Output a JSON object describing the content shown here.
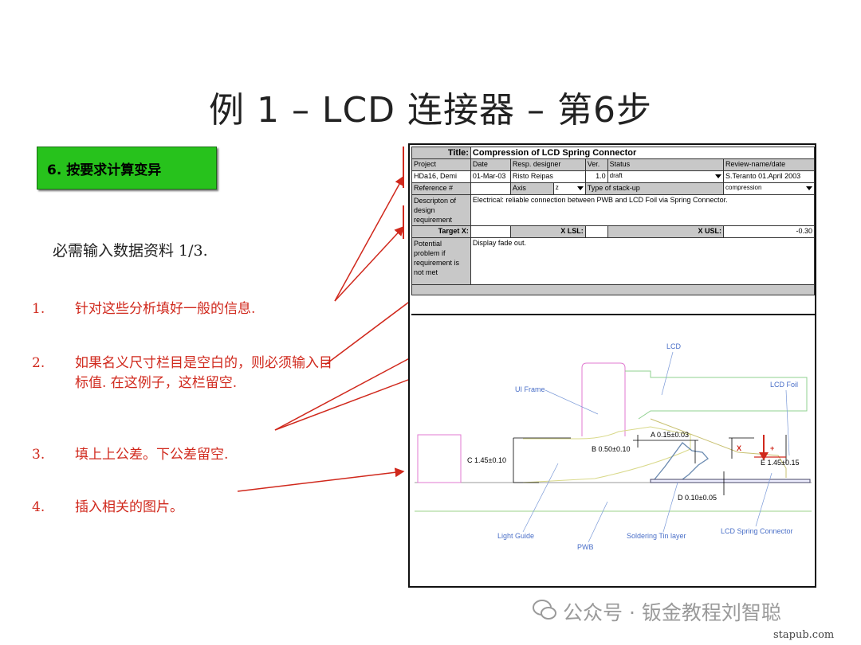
{
  "slide": {
    "title": "例 1 – LCD 连接器 – 第6步",
    "step_label": "6. 按要求计算变异",
    "required_input": "必需输入数据资料 1/3.",
    "items": [
      {
        "num": "1.",
        "text": "针对这些分析填好一般的信息."
      },
      {
        "num": "2.",
        "text": "如果名义尺寸栏目是空白的，则必须输入目标值. 在这例子，这栏留空."
      },
      {
        "num": "3.",
        "text": "填上上公差。下公差留空."
      },
      {
        "num": "4.",
        "text": "插入相关的图片。"
      }
    ]
  },
  "form": {
    "title_label": "Title:",
    "title_value": "Compression of LCD Spring Connector",
    "headers": {
      "project": "Project",
      "date": "Date",
      "designer": "Resp. designer",
      "ver": "Ver.",
      "status": "Status",
      "review": "Review-name/date"
    },
    "values": {
      "project": "HDa16, Demi",
      "date": "01-Mar-03",
      "designer": "Risto Reipas",
      "ver": "1.0",
      "status": "draft",
      "review": "S.Teranto 01.April 2003"
    },
    "reference_label": "Reference #",
    "axis_label": "Axis",
    "axis_value": "z",
    "stackup_label": "Type of stack-up",
    "stackup_value": "compression",
    "description_label": "Descripton of design requirement",
    "description_value": "Electrical: reliable connection between PWB and LCD Foil via Spring Connector.",
    "target_label": "Target X:",
    "xlsl_label": "X LSL:",
    "xusl_label": "X USL:",
    "xusl_value": "-0.30",
    "problem_label": "Potential problem if requirement is not met",
    "problem_value": "Display fade out."
  },
  "drawing": {
    "labels": {
      "lcd": "LCD",
      "ui_frame": "UI Frame",
      "lcd_foil": "LCD Foil",
      "dim_a": "A 0.15±0.03",
      "dim_b": "B 0.50±0.10",
      "dim_c": "C 1.45±0.10",
      "dim_d": "D 0.10±0.05",
      "dim_e": "E 1.45±0.15",
      "x": "X",
      "plus": "+",
      "light_guide": "Light Guide",
      "pwb": "PWB",
      "soldering": "Soldering Tin layer",
      "spring": "LCD Spring Connector"
    }
  },
  "footer": {
    "watermark": "公众号 · 钣金教程刘智聪",
    "site": "stapub.com"
  },
  "colors": {
    "red": "#d0281c",
    "green_box": "#27c21c",
    "gray": "#c8c8c8"
  }
}
